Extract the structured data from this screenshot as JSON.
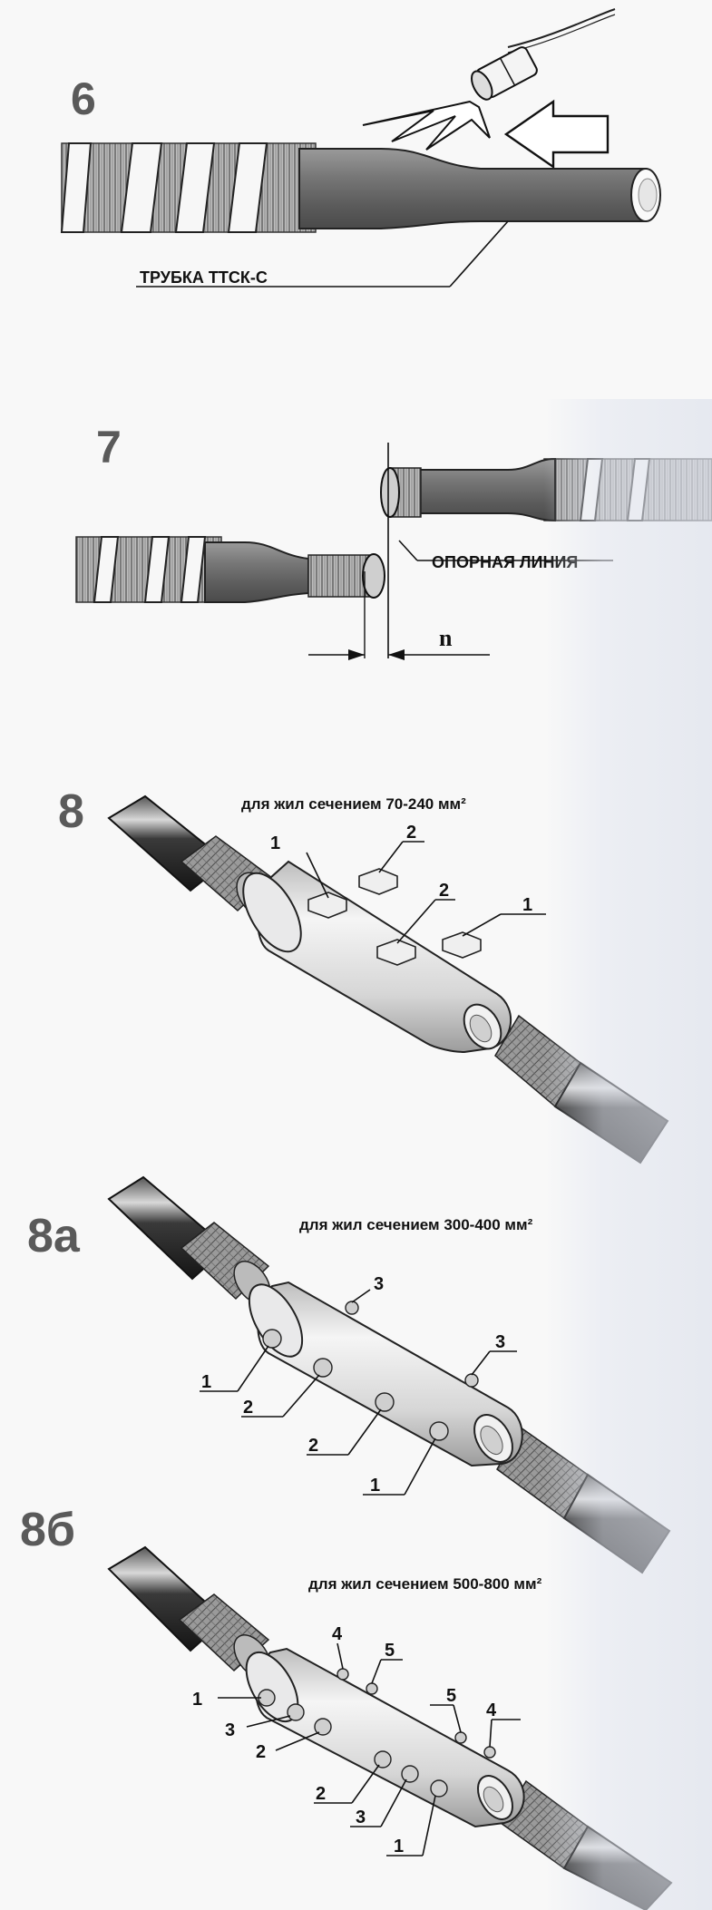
{
  "steps": {
    "s6": {
      "number": "6",
      "tube_label": "ТРУБКА ТТСК-С"
    },
    "s7": {
      "number": "7",
      "ref_label": "ОПОРНАЯ ЛИНИЯ",
      "dim_label": "n"
    },
    "s8": {
      "number": "8",
      "caption": "для жил сечением 70-240 мм²",
      "callouts": [
        "1",
        "2",
        "2",
        "1"
      ]
    },
    "s8a": {
      "number": "8а",
      "caption": "для жил сечением 300-400 мм²",
      "callouts": [
        "3",
        "3",
        "1",
        "2",
        "2",
        "1"
      ]
    },
    "s8b": {
      "number": "8б",
      "caption": "для жил сечением 500-800 мм²",
      "callouts": [
        "4",
        "5",
        "5",
        "4",
        "1",
        "3",
        "2",
        "2",
        "3",
        "1"
      ]
    }
  },
  "colors": {
    "ink": "#111111",
    "number_gray": "#5a5a5a",
    "cable_dark": "#2a2a2a",
    "metal_light": "#e9e9ea"
  },
  "icons": [
    "heat-gun-icon",
    "flame-icon",
    "arrow-left-icon",
    "hex-bolt-icon"
  ]
}
